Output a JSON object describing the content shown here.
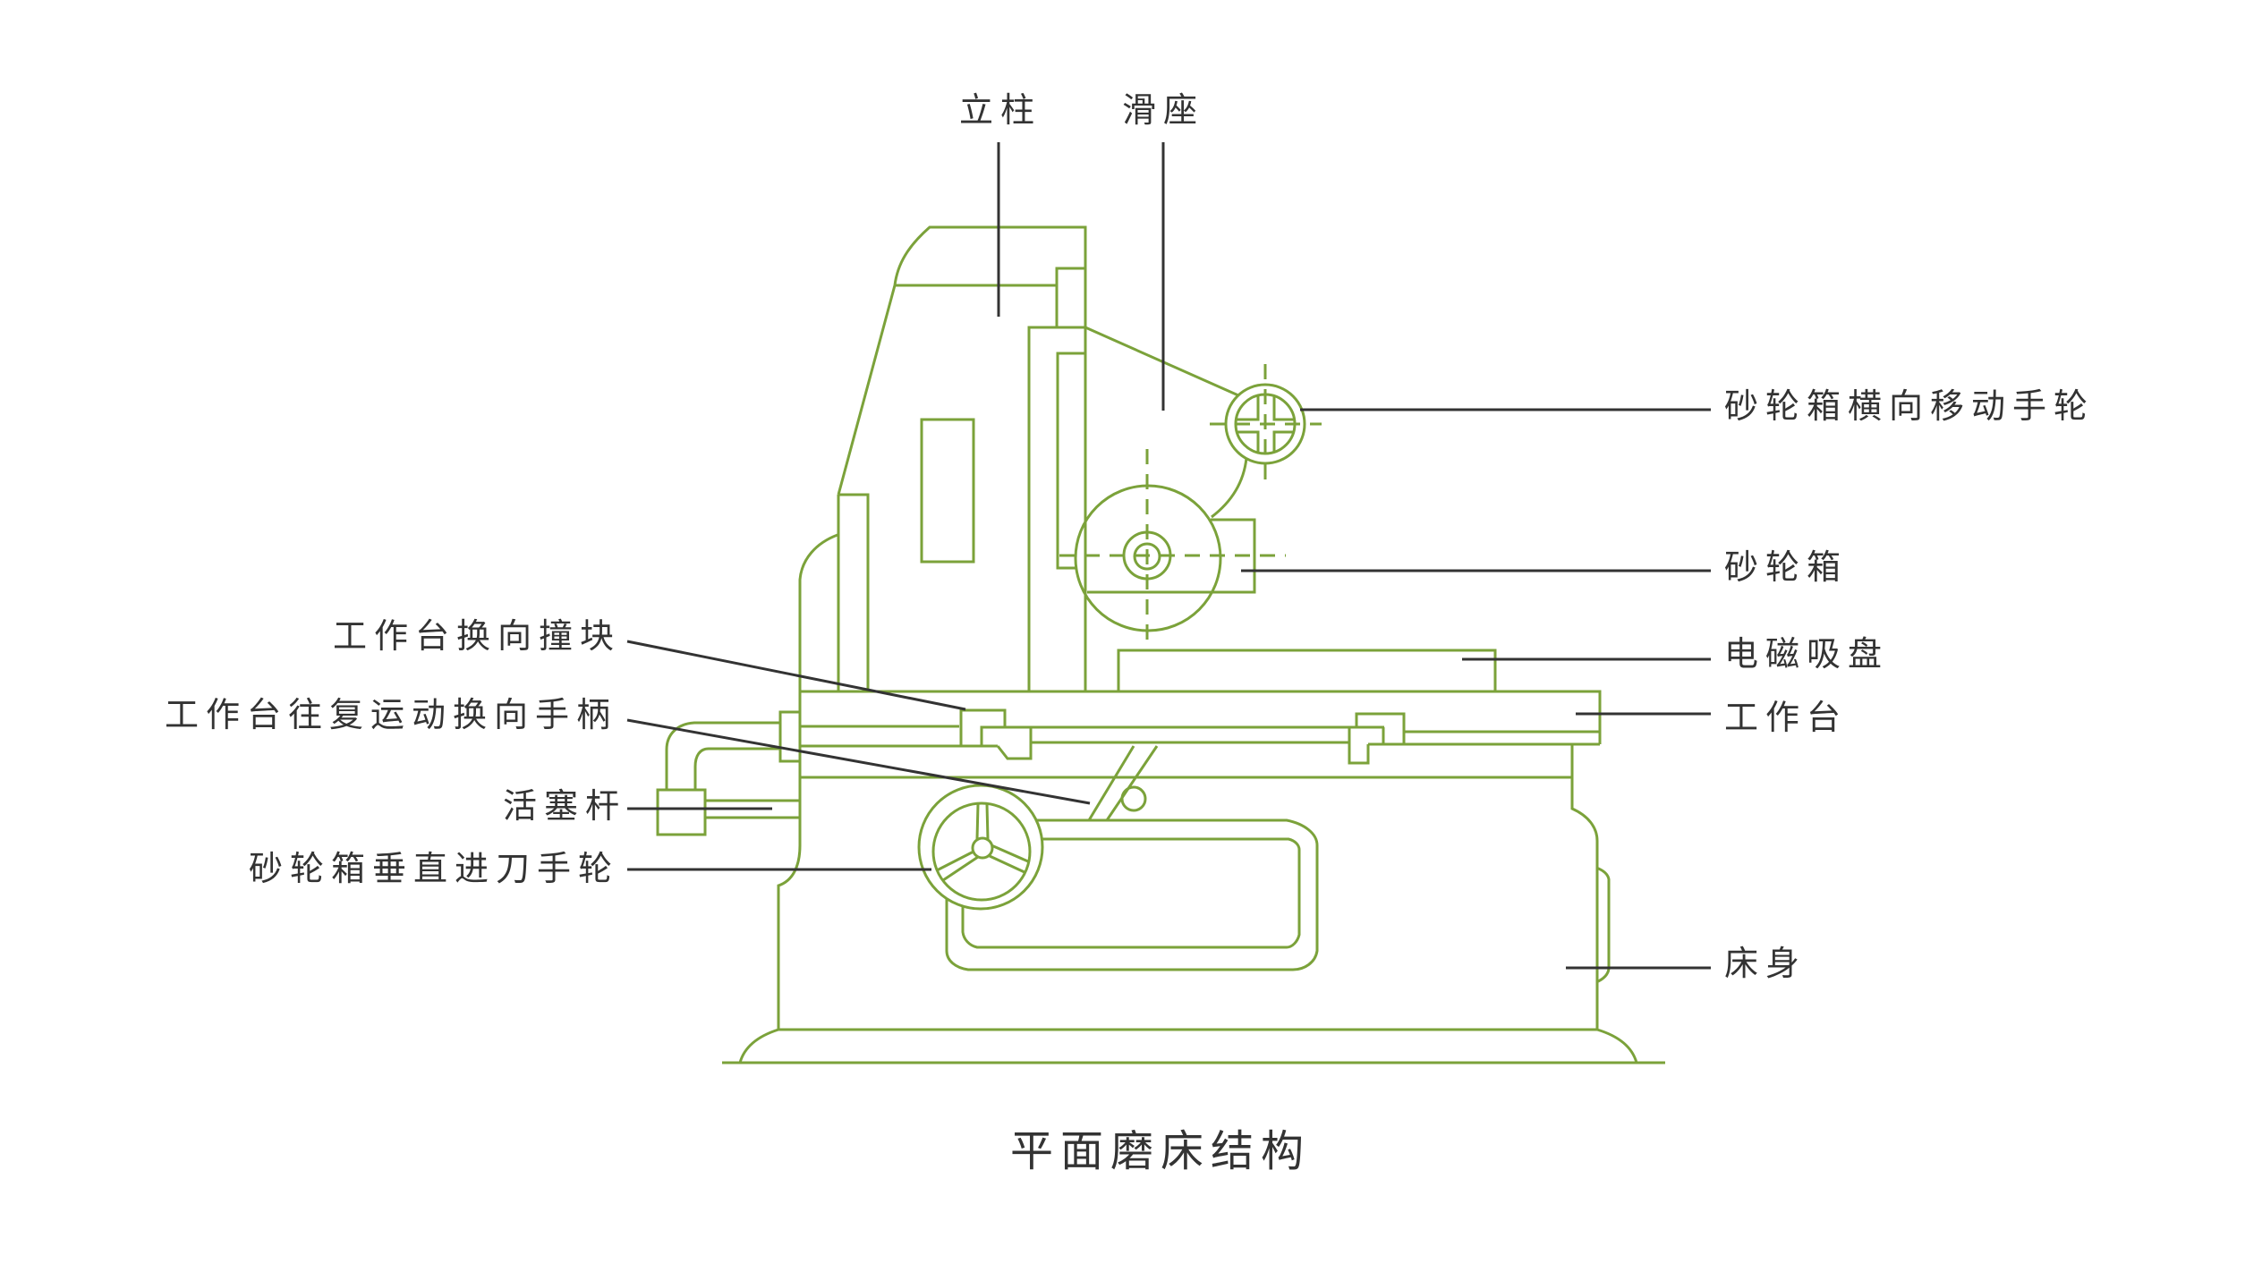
{
  "title": "平面磨床结构",
  "labels": {
    "column": "立柱",
    "slide": "滑座",
    "cross_feed_handwheel": "砂轮箱横向移动手轮",
    "wheel_head": "砂轮箱",
    "magnetic_chuck": "电磁吸盘",
    "worktable": "工作台",
    "bed": "床身",
    "table_reversing_dog": "工作台换向撞块",
    "table_reversing_lever": "工作台往复运动换向手柄",
    "piston_rod": "活塞杆",
    "vertical_feed_handwheel": "砂轮箱垂直进刀手轮"
  },
  "colors": {
    "line": "#7ba23a",
    "leader": "#333333",
    "text": "#333333"
  }
}
